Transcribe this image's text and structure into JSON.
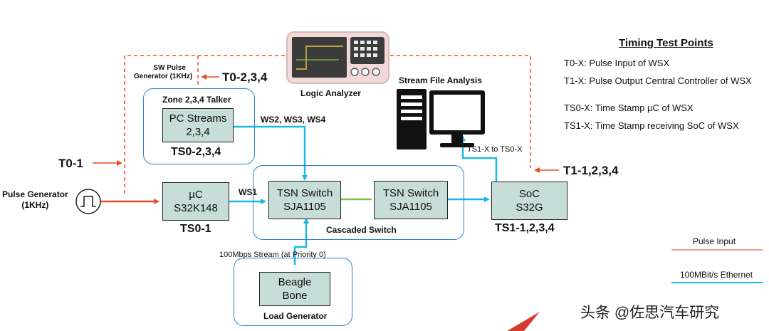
{
  "title": "Timing Test Points",
  "test_points": [
    "T0-X: Pulse Input of WSX",
    "T1-X: Pulse Output Central Controller of WSX",
    "TS0-X: Time Stamp µC of WSX",
    "TS1-X: Time Stamp receiving SoC of WSX"
  ],
  "nodes": {
    "sw_pulse": [
      "SW Pulse",
      "Generator (1KHz)"
    ],
    "logic_analyzer": "Logic Analyzer",
    "stream_file_analysis": "Stream File Analysis",
    "zone_talker": "Zone 2,3,4 Talker",
    "pc_streams": [
      "PC Streams",
      "2,3,4"
    ],
    "ts0_234": "TS0-2,3,4",
    "pulse_gen": [
      "Pulse Generator",
      "(1KHz)"
    ],
    "uc": [
      "µC",
      "S32K148"
    ],
    "ts0_1": "TS0-1",
    "tsn1": [
      "TSN Switch",
      "SJA1105"
    ],
    "tsn2": [
      "TSN Switch",
      "SJA1105"
    ],
    "cascaded": "Cascaded Switch",
    "soc": [
      "SoC",
      "S32G"
    ],
    "ts1_1234": "TS1-1,2,3,4",
    "beagle": [
      "Beagle",
      "Bone"
    ],
    "load_gen": "Load Generator"
  },
  "labels": {
    "t0_234": "T0-2,3,4",
    "t0_1": "T0-1",
    "t1_1234": "T1-1,2,3,4",
    "ws234": "WS2, WS3, WS4",
    "ws1": "WS1",
    "ts1_to_ts0": "TS1-X to TS0-X",
    "stream_100": "100Mbps Stream  (at Priority 0)"
  },
  "legend": {
    "pulse_input": "Pulse Input",
    "ethernet": "100MBit/s Ethernet"
  },
  "watermark": "头条 @佐思汽车研究",
  "colors": {
    "pulse": "#e8502a",
    "ethernet": "#1fb6e8",
    "internal": "#7cc242",
    "box_fill": "#c7ddd7",
    "group_border": "#2f7fd1"
  }
}
